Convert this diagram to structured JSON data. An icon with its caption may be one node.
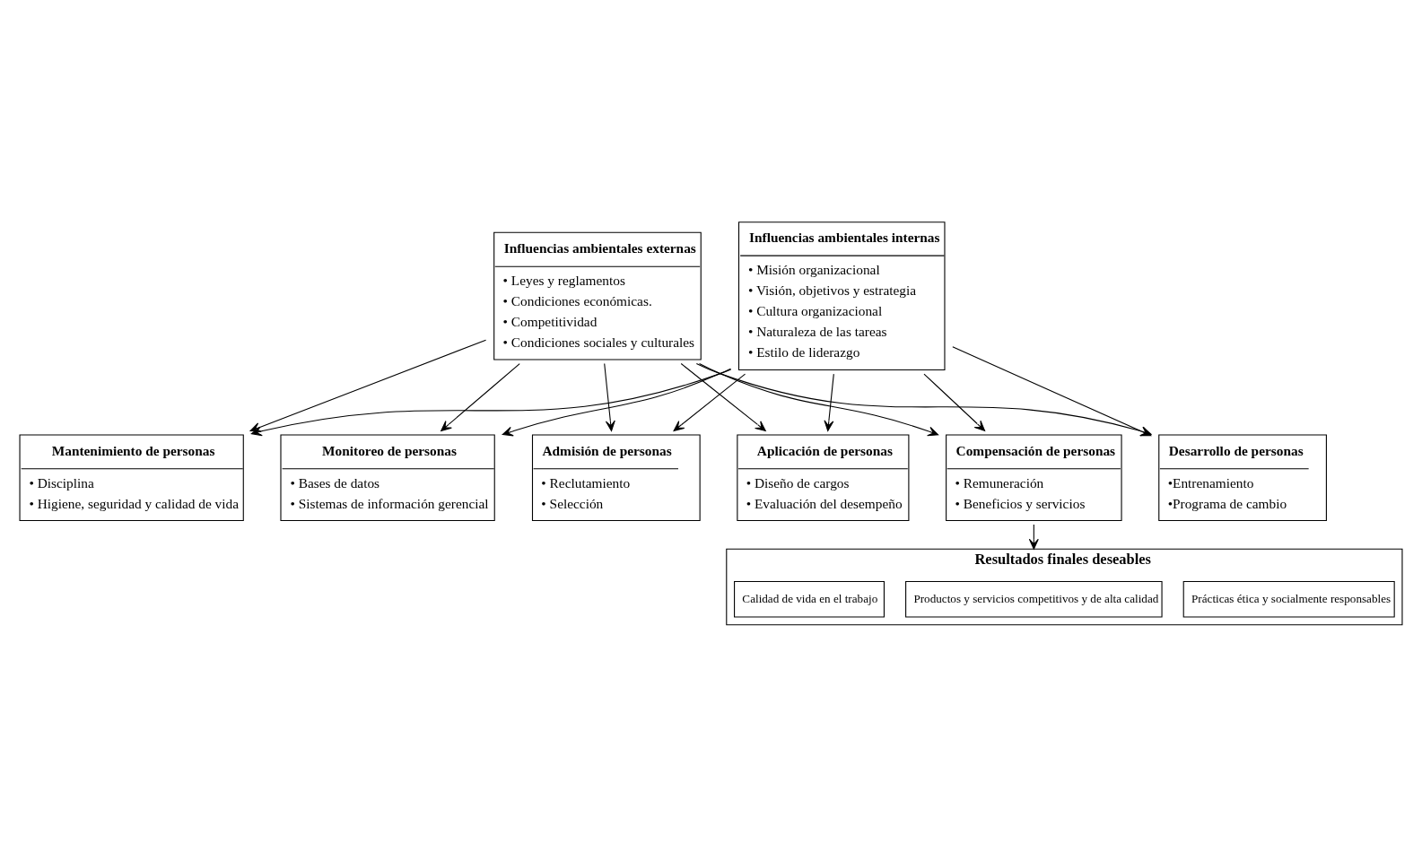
{
  "diagram": {
    "nodes": [
      {
        "text": [
          "Influencias ambientales externas",
          "• Leyes y reglamentos",
          "• Condiciones económicas.",
          "• Competitividad",
          "• Condiciones sociales y culturales"
        ]
      },
      {
        "text": [
          "Influencias ambientales internas",
          "• Misión organizacional",
          "• Visión, objetivos y estrategia",
          "• Cultura organizacional",
          "• Naturaleza de las tareas",
          "• Estilo de liderazgo"
        ]
      },
      {
        "text": [
          "Admisión de personas",
          "• Reclutamiento",
          "• Selección"
        ]
      },
      {
        "text": [
          "Aplicación de personas",
          "• Diseño de cargos",
          "• Evaluación del desempeño"
        ]
      },
      {
        "text": [
          "Compensación de personas",
          "• Remuneración",
          "• Beneficios y servicios"
        ]
      },
      {
        "text": [
          "Desarrollo de personas",
          "•Entrenamiento",
          "•Programa de cambio"
        ]
      },
      {
        "text": [
          "Mantenimiento de personas",
          "• Disciplina",
          "• Higiene, seguridad y calidad de vida"
        ]
      },
      {
        "text": [
          "Monitoreo de personas",
          "• Bases de datos",
          "• Sistemas de información gerencial"
        ]
      },
      {
        "text": [
          "Resultados finales deseables"
        ]
      },
      {
        "text": [
          "Prácticas ética y socialmente responsables"
        ],
        "in": 8
      },
      {
        "text": [
          "Productos y servicios competitivos y de alta calidad"
        ],
        "in": 8
      },
      {
        "text": [
          "Calidad de vida en el trabajo"
        ],
        "in": 8
      }
    ],
    "edges": [
      {
        "from": 0,
        "to": 2,
        "arrow": "to"
      },
      {
        "from": 0,
        "to": 3,
        "arrow": "to"
      },
      {
        "from": 0,
        "to": 4,
        "arrow": "to"
      },
      {
        "from": 0,
        "to": 5,
        "arrow": "to"
      },
      {
        "from": 0,
        "to": 6,
        "arrow": "to"
      },
      {
        "from": 0,
        "to": 7,
        "arrow": "to"
      },
      {
        "from": 1,
        "to": 2,
        "arrow": "to"
      },
      {
        "from": 1,
        "to": 3,
        "arrow": "to"
      },
      {
        "from": 1,
        "to": 4,
        "arrow": "to"
      },
      {
        "from": 1,
        "to": 5,
        "arrow": "to"
      },
      {
        "from": 1,
        "to": 6,
        "arrow": "to"
      },
      {
        "from": 1,
        "to": 7,
        "arrow": "to"
      },
      {
        "from": 4,
        "to": 8,
        "arrow": "to"
      }
    ]
  }
}
